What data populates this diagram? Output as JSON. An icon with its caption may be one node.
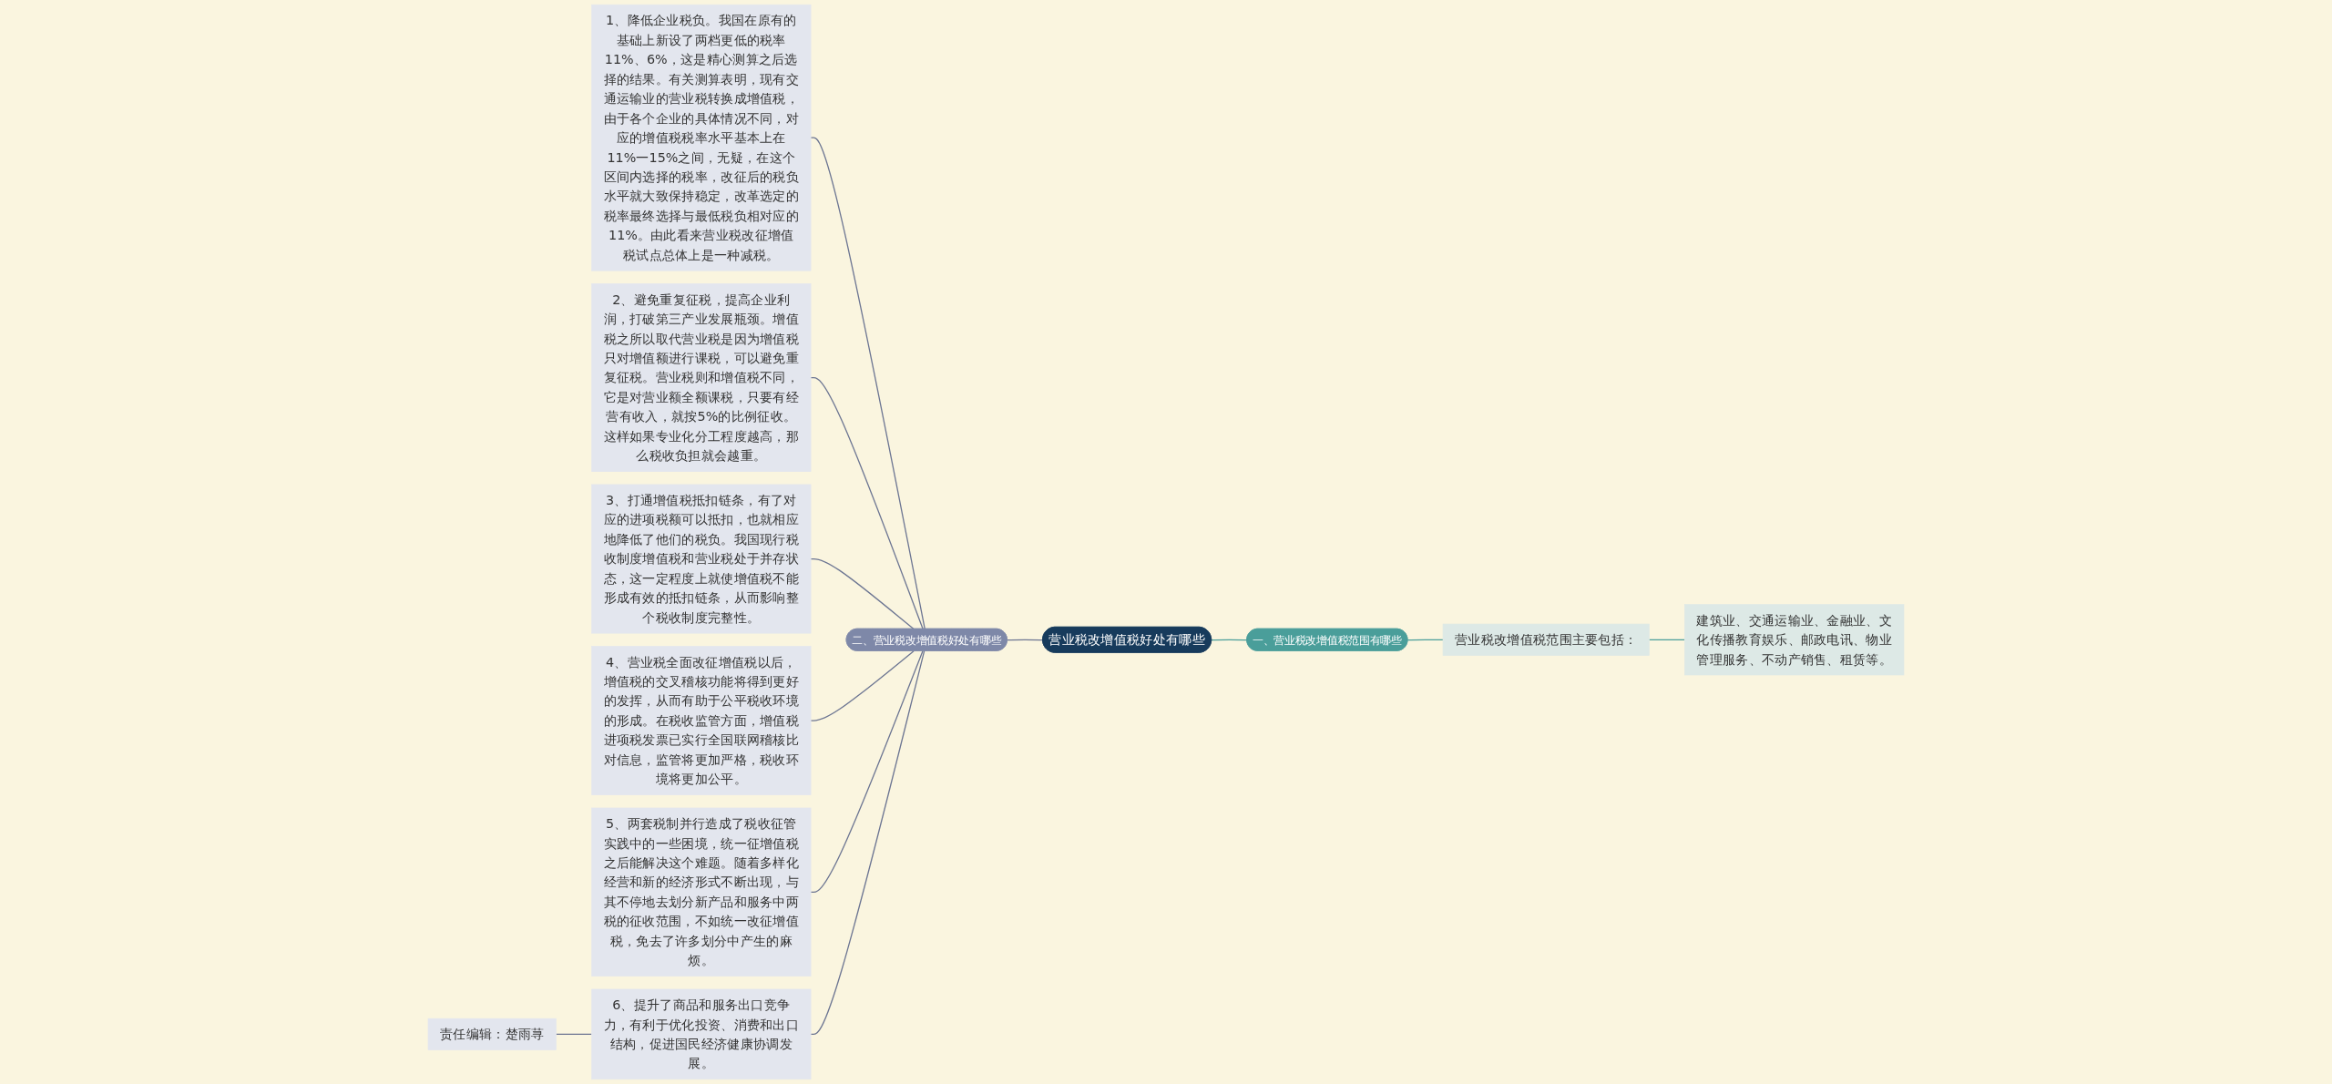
{
  "diagram": {
    "nodes": [
      {
        "text": [
          "营业税改增值税好处有哪些"
        ]
      },
      {
        "text": [
          "一、营业税改增值税范围有哪些"
        ]
      },
      {
        "text": [
          "营业税改增值税范围主要包括："
        ]
      },
      {
        "text": [
          "建筑业、交通运输业、金融业、文化传播教育娱乐、邮政电讯、物业管理服务、不动产销售、租赁等。"
        ]
      },
      {
        "text": [
          "二、营业税改增值税好处有哪些"
        ]
      },
      {
        "text": [
          "1、降低企业税负。我国在原有的基础上新设了两档更低的税率11%、6%，这是精心测算之后选择的结果。有关测算表明，现有交通运输业的营业税转换成增值税，由于各个企业的具体情况不同，对应的增值税税率水平基本上在11%一15%之间，无疑，在这个区间内选择的税率，改征后的税负水平就大致保持稳定，改革选定的税率最终选择与最低税负相对应的11%。由此看来营业税改征增值税试点总体上是一种减税。"
        ]
      },
      {
        "text": [
          "2、避免重复征税，提高企业利润，打破第三产业发展瓶颈。增值税之所以取代营业税是因为增值税只对增值额进行课税，可以避免重复征税。营业税则和增值税不同，它是对营业额全额课税，只要有经营有收入，就按5%的比例征收。这样如果专业化分工程度越高，那么税收负担就会越重。"
        ]
      },
      {
        "text": [
          "3、打通增值税抵扣链条，有了对应的进项税额可以抵扣，也就相应地降低了他们的税负。我国现行税收制度增值税和营业税处于并存状态，这一定程度上就使增值税不能形成有效的抵扣链条，从而影响整个税收制度完整性。"
        ]
      },
      {
        "text": [
          "4、营业税全面改征增值税以后，增值税的交叉稽核功能将得到更好的发挥，从而有助于公平税收环境的形成。在税收监管方面，增值税进项税发票已实行全国联网稽核比对信息，监管将更加严格，税收环境将更加公平。"
        ]
      },
      {
        "text": [
          "5、两套税制并行造成了税收征管实践中的一些困境，统一征增值税之后能解决这个难题。随着多样化经营和新的经济形式不断出现，与其不停地去划分新产品和服务中两税的征收范围，不如统一改征增值税，免去了许多划分中产生的麻烦。"
        ]
      },
      {
        "text": [
          "6、提升了商品和服务出口竞争力，有利于优化投资、消费和出口结构，促进国民经济健康协调发展。"
        ]
      },
      {
        "text": [
          "责任编辑：楚雨荨"
        ]
      }
    ],
    "edges": [
      {
        "from": 0,
        "to": 1,
        "arrow": "none",
        "color": "#4a9e9a"
      },
      {
        "from": 1,
        "to": 2,
        "arrow": "none",
        "color": "#4a9e9a"
      },
      {
        "from": 2,
        "to": 3,
        "arrow": "none",
        "color": "#4a9e9a"
      },
      {
        "from": 4,
        "to": 0,
        "arrow": "none"
      },
      {
        "from": 5,
        "to": 4,
        "arrow": "none"
      },
      {
        "from": 6,
        "to": 4,
        "arrow": "none"
      },
      {
        "from": 7,
        "to": 4,
        "arrow": "none"
      },
      {
        "from": 8,
        "to": 4,
        "arrow": "none"
      },
      {
        "from": 9,
        "to": 4,
        "arrow": "none"
      },
      {
        "from": 10,
        "to": 4,
        "arrow": "none"
      },
      {
        "from": 11,
        "to": 10,
        "arrow": "none"
      }
    ]
  }
}
